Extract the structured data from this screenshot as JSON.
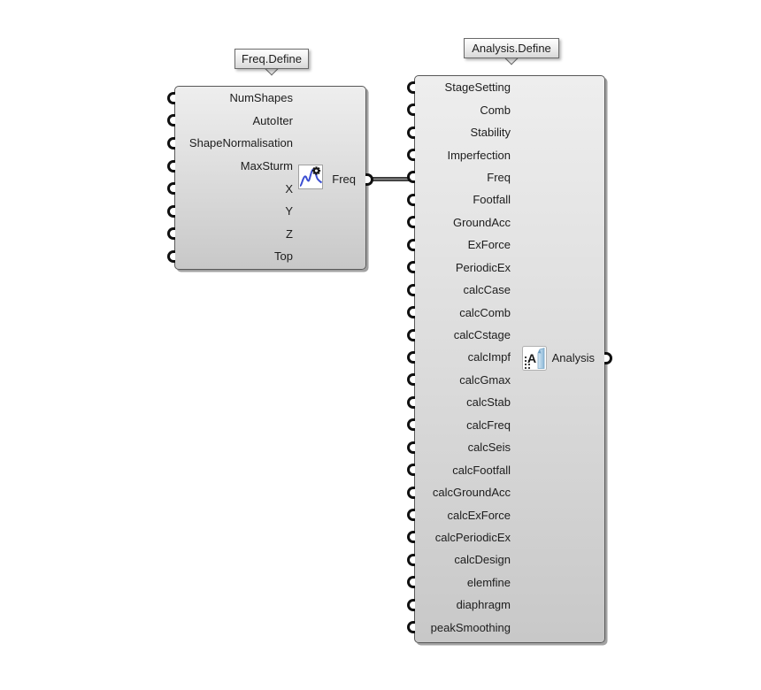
{
  "app": "node-graph-canvas",
  "colors": {
    "background": "#ffffff",
    "node_fill_top": "#eeeeee",
    "node_fill_bottom": "#c8c8c8",
    "node_border": "#585858",
    "text": "#1d1d1d",
    "grip": "#101010",
    "wire": "#383838",
    "freq_icon_curve_blue": "#3b4ed2",
    "analysis_icon_page_blue": "#8cb8d8"
  },
  "nodes": [
    {
      "label": "Freq.Define",
      "icon": "frequency-plot-icon",
      "inputs": [
        "NumShapes",
        "AutoIter",
        "ShapeNormalisation",
        "MaxSturm",
        "X",
        "Y",
        "Z",
        "Top"
      ],
      "output": {
        "name": "Freq",
        "connected": true
      }
    },
    {
      "label": "Analysis.Define",
      "icon": "analysis-document-icon",
      "inputs": [
        "StageSetting",
        "Comb",
        "Stability",
        "Imperfection",
        "Freq",
        "Footfall",
        "GroundAcc",
        "ExForce",
        "PeriodicEx",
        "calcCase",
        "calcComb",
        "calcCstage",
        "calcImpf",
        "calcGmax",
        "calcStab",
        "calcFreq",
        "calcSeis",
        "calcFootfall",
        "calcGroundAcc",
        "calcExForce",
        "calcPeriodicEx",
        "calcDesign",
        "elemfine",
        "diaphragm",
        "peakSmoothing"
      ],
      "output": {
        "name": "Analysis",
        "connected": false
      }
    }
  ],
  "wires": [
    {
      "from": "Freq.Define/Freq",
      "to": "Analysis.Define/Freq"
    }
  ]
}
